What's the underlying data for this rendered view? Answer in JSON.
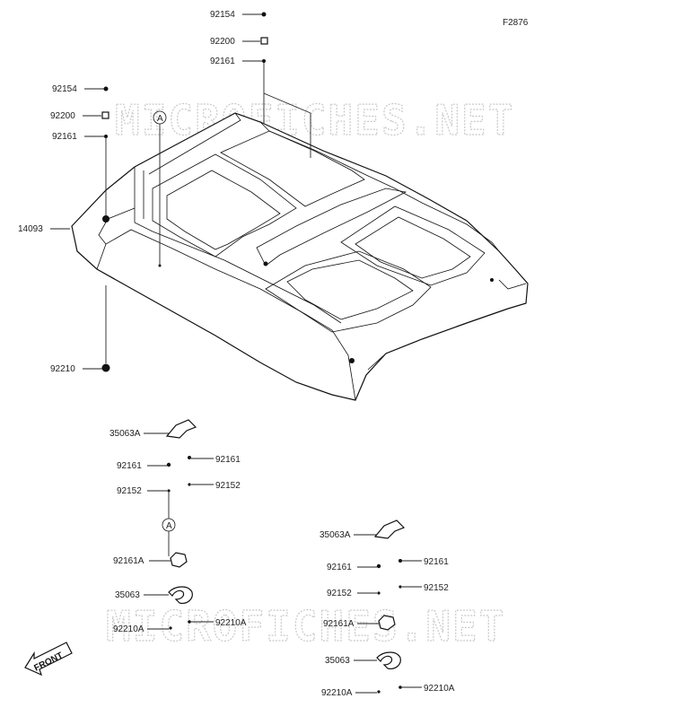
{
  "diagram_code": "F2876",
  "watermark": "MICROFICHES.NET",
  "front_label": "FRONT",
  "ref_marker": "A",
  "labels": {
    "top_92154": "92154",
    "top_92200": "92200",
    "top_92161": "92161",
    "left_92154": "92154",
    "left_92200": "92200",
    "left_92161": "92161",
    "left_14093": "14093",
    "left_92210": "92210",
    "a_35063A": "35063A",
    "a_92161_l": "92161",
    "a_92161_r": "92161",
    "a_92152_l": "92152",
    "a_92152_r": "92152",
    "a_92161A": "92161A",
    "a_35063": "35063",
    "a_92210A_l": "92210A",
    "a_92210A_r": "92210A",
    "b_35063A": "35063A",
    "b_92161_l": "92161",
    "b_92161_r": "92161",
    "b_92152_l": "92152",
    "b_92152_r": "92152",
    "b_92161A": "92161A",
    "b_35063": "35063",
    "b_92210A_l": "92210A",
    "b_92210A_r": "92210A"
  }
}
